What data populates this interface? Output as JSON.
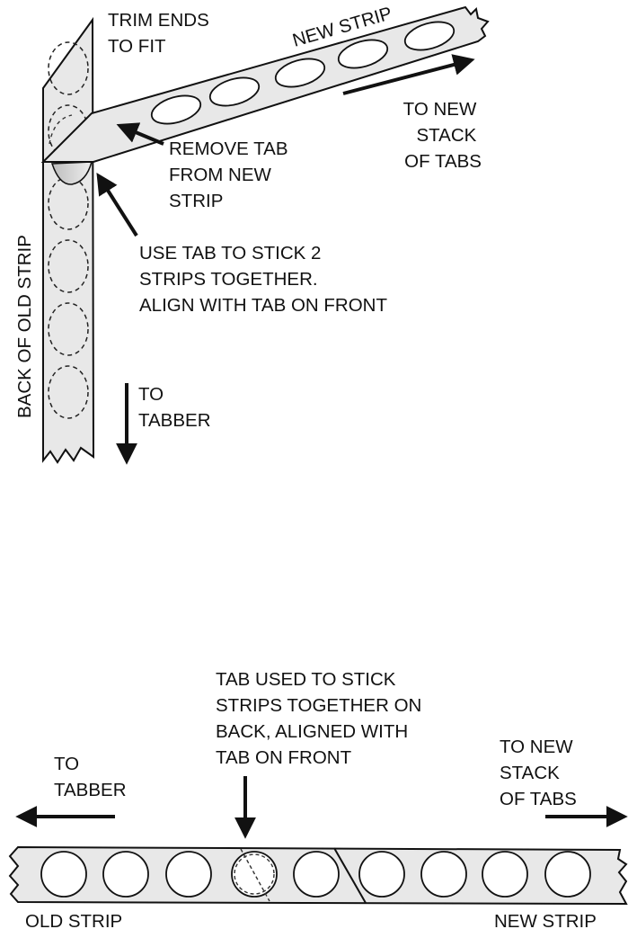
{
  "top_diagram": {
    "trim_label": [
      "TRIM ENDS",
      "TO FIT"
    ],
    "new_strip_label": "NEW STRIP",
    "to_new_stack_label": [
      "TO NEW",
      "STACK",
      "OF TABS"
    ],
    "remove_tab_label": [
      "REMOVE TAB",
      "FROM NEW",
      "STRIP"
    ],
    "use_tab_label": [
      "USE TAB TO STICK 2",
      "STRIPS TOGETHER.",
      "ALIGN WITH TAB ON FRONT"
    ],
    "back_old_strip_label": "BACK OF OLD STRIP",
    "to_tabber_label": [
      "TO",
      "TABBER"
    ]
  },
  "bottom_diagram": {
    "tab_used_label": [
      "TAB USED TO STICK",
      "STRIPS TOGETHER ON",
      "BACK, ALIGNED WITH",
      "TAB ON FRONT"
    ],
    "to_tabber_label": [
      "TO",
      "TABBER"
    ],
    "to_new_stack_label": [
      "TO NEW",
      "STACK",
      "OF TABS"
    ],
    "old_strip_label": "OLD STRIP",
    "new_strip_label": "NEW STRIP"
  },
  "colors": {
    "strip_fill": "#e6e6e6",
    "tab_fill": "#ffffff",
    "ink": "#111111"
  }
}
